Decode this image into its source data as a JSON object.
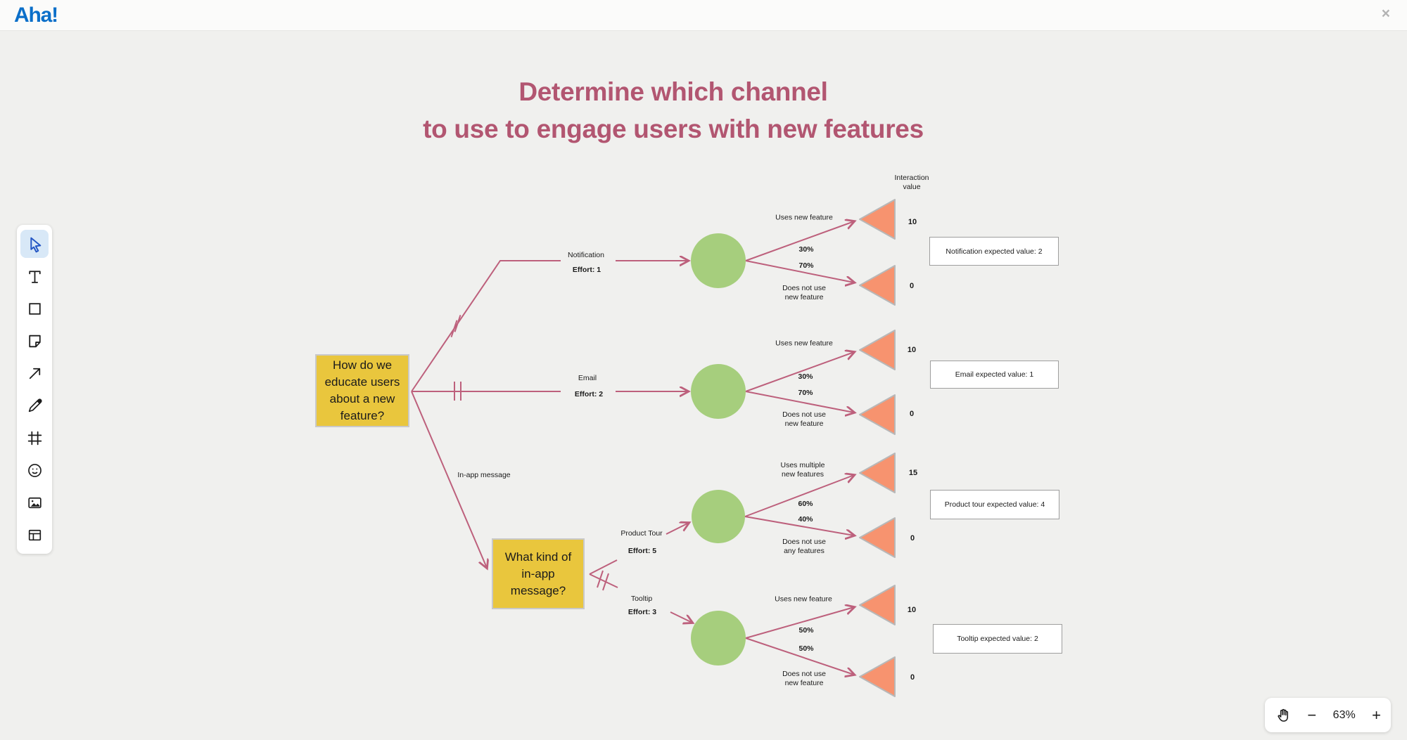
{
  "app": {
    "logo_text": "Aha!",
    "close_icon": "×"
  },
  "title": {
    "line1": "Determine which channel",
    "line2": "to use to engage users with new features"
  },
  "toolbar": {
    "tools": [
      {
        "name": "select",
        "icon": "cursor-icon",
        "selected": true
      },
      {
        "name": "text",
        "icon": "text-icon",
        "selected": false
      },
      {
        "name": "shape",
        "icon": "square-icon",
        "selected": false
      },
      {
        "name": "sticky-note",
        "icon": "sticky-note-icon",
        "selected": false
      },
      {
        "name": "connector",
        "icon": "arrow-icon",
        "selected": false
      },
      {
        "name": "draw",
        "icon": "pencil-icon",
        "selected": false
      },
      {
        "name": "frame",
        "icon": "frame-icon",
        "selected": false
      },
      {
        "name": "emoji",
        "icon": "smiley-icon",
        "selected": false
      },
      {
        "name": "image",
        "icon": "image-icon",
        "selected": false
      },
      {
        "name": "template",
        "icon": "layout-icon",
        "selected": false
      }
    ]
  },
  "diagram": {
    "column_header": {
      "line1": "Interaction",
      "line2": "value"
    },
    "root_question": {
      "line1": "How do we",
      "line2": "educate users",
      "line3": "about a new",
      "line4": "feature?"
    },
    "sub_question": {
      "line1": "What kind of",
      "line2": "in-app",
      "line3": "message?"
    },
    "inapp_branch_label": "In-app message",
    "branches": [
      {
        "name": "Notification",
        "effort": "Effort: 1",
        "rejected": true,
        "expected_value": "Notification expected value: 2",
        "outcomes": [
          {
            "line1": "Uses new feature",
            "line2": "",
            "probability": "30%",
            "value": "10"
          },
          {
            "line1": "Does not use",
            "line2": "new feature",
            "probability": "70%",
            "value": "0"
          }
        ]
      },
      {
        "name": "Email",
        "effort": "Effort: 2",
        "rejected": true,
        "expected_value": "Email expected value: 1",
        "outcomes": [
          {
            "line1": "Uses new feature",
            "line2": "",
            "probability": "30%",
            "value": "10"
          },
          {
            "line1": "Does not use",
            "line2": "new feature",
            "probability": "70%",
            "value": "0"
          }
        ]
      },
      {
        "name": "Product Tour",
        "effort": "Effort: 5",
        "rejected": false,
        "expected_value": "Product tour expected value: 4",
        "outcomes": [
          {
            "line1": "Uses multiple",
            "line2": "new features",
            "probability": "60%",
            "value": "15"
          },
          {
            "line1": "Does not use",
            "line2": "any features",
            "probability": "40%",
            "value": "0"
          }
        ]
      },
      {
        "name": "Tooltip",
        "effort": "Effort: 3",
        "rejected": true,
        "expected_value": "Tooltip expected value: 2",
        "outcomes": [
          {
            "line1": "Uses new feature",
            "line2": "",
            "probability": "50%",
            "value": "10"
          },
          {
            "line1": "Does not use",
            "line2": "new feature",
            "probability": "50%",
            "value": "0"
          }
        ]
      }
    ]
  },
  "zoom_controls": {
    "zoom_out": "−",
    "zoom_level": "63%",
    "zoom_in": "+"
  },
  "colors": {
    "branch_line": "#bd607c",
    "chance_node": "#a6ce7d",
    "outcome_node": "#f7936f",
    "decision_node": "#e9c63d",
    "title_text": "#b25671",
    "logo": "#0b6fc9",
    "selected_tool_bg": "#d8e8f7",
    "canvas_bg": "#f0f0ee"
  }
}
